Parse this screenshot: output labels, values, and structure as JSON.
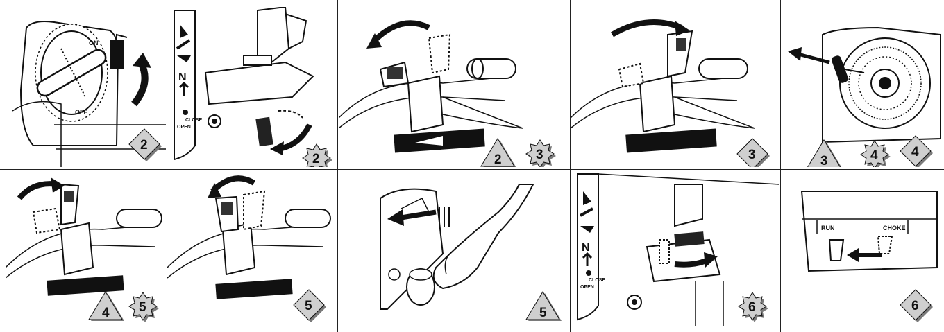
{
  "panels": [
    {
      "id": "fuel-valve",
      "badges": [
        {
          "shape": "diamond",
          "label": "2"
        }
      ],
      "labels": {
        "on": "ON",
        "off": "OFF"
      }
    },
    {
      "id": "choke-lever",
      "badges": [
        {
          "shape": "star",
          "label": "2"
        }
      ],
      "labels": {
        "close": "CLOSE",
        "open": "OPEN",
        "neutral": "N"
      }
    },
    {
      "id": "throttle-back",
      "badges": [
        {
          "shape": "triangle",
          "label": "2"
        },
        {
          "shape": "star",
          "label": "3"
        }
      ]
    },
    {
      "id": "throttle-forward",
      "badges": [
        {
          "shape": "diamond",
          "label": "3"
        }
      ]
    },
    {
      "id": "recoil-starter",
      "badges": [
        {
          "shape": "triangle",
          "label": "3"
        },
        {
          "shape": "star",
          "label": "4"
        },
        {
          "shape": "diamond",
          "label": "4"
        }
      ]
    },
    {
      "id": "throttle-up",
      "badges": [
        {
          "shape": "triangle",
          "label": "4"
        },
        {
          "shape": "star",
          "label": "5"
        }
      ]
    },
    {
      "id": "throttle-down",
      "badges": [
        {
          "shape": "diamond",
          "label": "5"
        }
      ]
    },
    {
      "id": "primer-hand",
      "badges": [
        {
          "shape": "triangle",
          "label": "5"
        }
      ]
    },
    {
      "id": "choke-open",
      "badges": [
        {
          "shape": "star",
          "label": "6"
        }
      ],
      "labels": {
        "close": "CLOSE",
        "open": "OPEN",
        "neutral": "N"
      }
    },
    {
      "id": "run-choke",
      "badges": [
        {
          "shape": "diamond",
          "label": "6"
        }
      ],
      "labels": {
        "run": "RUN",
        "choke": "CHOKE"
      }
    }
  ],
  "colors": {
    "line": "#111111",
    "badge_fill": "#cfcfcf",
    "badge_shadow": "#7a7a7a",
    "background": "#ffffff"
  }
}
